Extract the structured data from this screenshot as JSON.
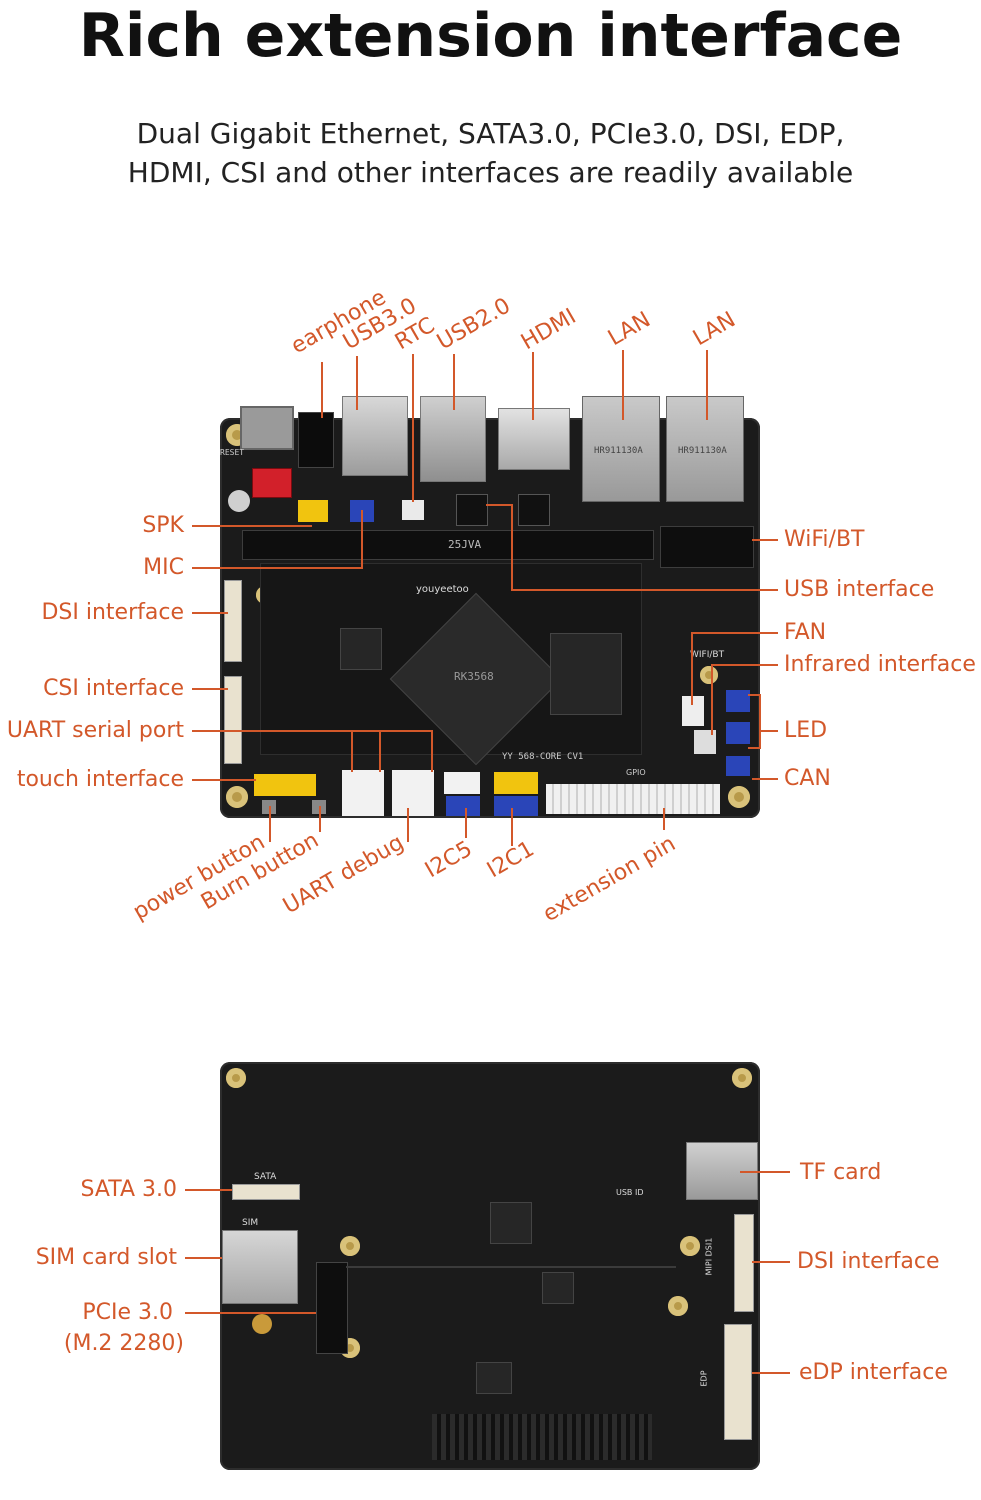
{
  "header": {
    "title": "Rich extension interface",
    "subtitle_line1": "Dual Gigabit Ethernet, SATA3.0, PCIe3.0, DSI, EDP,",
    "subtitle_line2": "HDMI, CSI and other interfaces are readily available"
  },
  "colors": {
    "accent": "#d3582a",
    "board": "#1b1b1b"
  },
  "top_board": {
    "silkscreen": {
      "core": "YY 568-CORE CV1",
      "brand": "youyeetoo",
      "chip": "RK3568",
      "memory_slot": "25JVA",
      "wifi": "WIFI/BT",
      "gpio": "GPIO",
      "reset": "RESET",
      "lan1_magnetics": "HR911130A",
      "lan2_magnetics": "HR911130A"
    },
    "labels_top": [
      "earphone",
      "USB3.0",
      "RTC",
      "USB2.0",
      "HDMI",
      "LAN",
      "LAN"
    ],
    "labels_left": [
      "SPK",
      "MIC",
      "DSI interface",
      "CSI interface",
      "UART serial port",
      "touch interface"
    ],
    "labels_right": [
      "WiFi/BT",
      "USB interface",
      "FAN",
      "Infrared interface",
      "LED",
      "CAN"
    ],
    "labels_bottom": [
      "power button",
      "Burn button",
      "UART debug",
      "I2C5",
      "I2C1",
      "extension pin"
    ]
  },
  "bottom_board": {
    "silkscreen": {
      "sata": "SATA",
      "sim": "SIM",
      "usb_id": "USB ID",
      "dsi": "MIPI DSI1",
      "edp": "EDP"
    },
    "labels_left": [
      "SATA 3.0",
      "SIM card slot",
      "PCIe 3.0",
      "(M.2 2280)"
    ],
    "labels_right": [
      "TF card",
      "DSI interface",
      "eDP interface"
    ]
  }
}
